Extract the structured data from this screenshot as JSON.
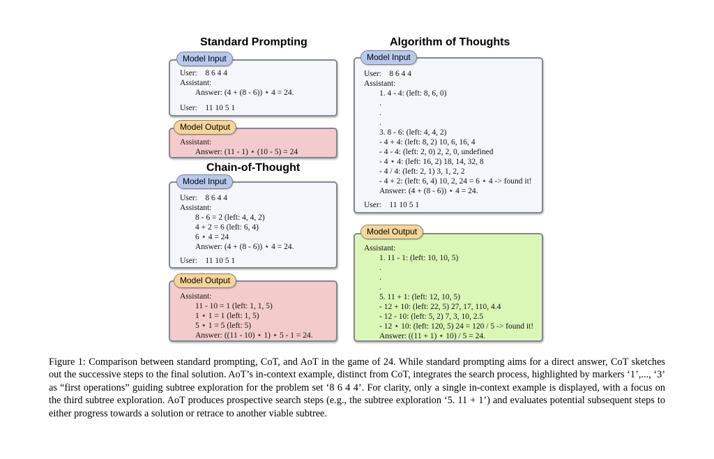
{
  "std": {
    "title": "Standard Prompting",
    "input_label": "Model Input",
    "input_lines": [
      "User:    8 6 4 4",
      "Assistant:",
      "Answer: (4 + (8 - 6)) ⋆ 4 = 24.",
      "User:    11 10 5 1"
    ],
    "output_label": "Model Output",
    "output_lines": [
      "Assistant:",
      "Answer: (11 - 1) ⋆ (10 - 5) = 24"
    ]
  },
  "cot": {
    "title": "Chain-of-Thought",
    "input_label": "Model Input",
    "input_lines": [
      "User:    8 6 4 4",
      "Assistant:",
      "8 - 6 = 2 (left: 4, 4, 2)",
      "4 + 2 = 6 (left: 6, 4)",
      "6 ⋆ 4 = 24",
      "Answer: (4 + (8 - 6)) ⋆ 4 = 24.",
      "User:    11 10 5 1"
    ],
    "output_label": "Model Output",
    "output_lines": [
      "Assistant:",
      "11 - 10 = 1 (left: 1, 1, 5)",
      "1 ⋆ 1 = 1 (left: 1, 5)",
      "5 ⋆ 1 = 5 (left: 5)",
      "Answer: ((11 - 10) ⋆ 1) ⋆ 5 - 1 = 24."
    ]
  },
  "aot": {
    "title": "Algorithm of Thoughts",
    "input_label": "Model Input",
    "input_lines": [
      "User:    8 6 4 4",
      "Assistant:",
      "1. 4 - 4: (left: 8, 6, 0)",
      ".",
      ".",
      ".",
      "3. 8 - 6: (left: 4, 4, 2)",
      "- 4 + 4: (left: 8, 2) 10, 6, 16, 4",
      "- 4 - 4: (left: 2, 0) 2, 2, 0, undefined",
      "- 4 ⋆ 4: (left: 16, 2) 18, 14, 32, 8",
      "- 4 / 4: (left: 2, 1) 3, 1, 2, 2",
      "- 4 + 2: (left: 6, 4) 10, 2, 24 = 6 ⋆ 4 -> found it!",
      "Answer: (4 + (8 - 6)) ⋆ 4 = 24.",
      "User:    11 10 5 1"
    ],
    "output_label": "Model Output",
    "output_lines": [
      "Assistant:",
      "1. 11 - 1: (left: 10, 10, 5)",
      ".",
      ".",
      ".",
      "5. 11 + 1: (left: 12, 10, 5)",
      "- 12 + 10: (left: 22, 5) 27, 17, 110, 4.4",
      "- 12 - 10: (left: 5, 2) 7, 3, 10, 2.5",
      "- 12 ⋆ 10: (left: 120, 5) 24 = 120 / 5 -> found it!",
      "Answer: ((11 + 1) ⋆ 10) / 5 = 24."
    ]
  },
  "caption": "Figure 1: Comparison between standard prompting, CoT, and AoT in the game of 24. While standard prompting aims for a direct answer, CoT sketches out the successive steps to the final solution. AoT’s in-context example, distinct from CoT, integrates the search process, highlighted by markers ‘1’,..., ‘3’ as “first operations” guiding subtree exploration for the problem set ‘8 6 4 4’. For clarity, only a single in-context example is displayed, with a focus on the third subtree exploration. AoT produces prospective search steps (e.g., the subtree exploration ‘5. 11 + 1’) and evaluates potential subsequent steps to either progress towards a solution or retrace to another viable subtree."
}
